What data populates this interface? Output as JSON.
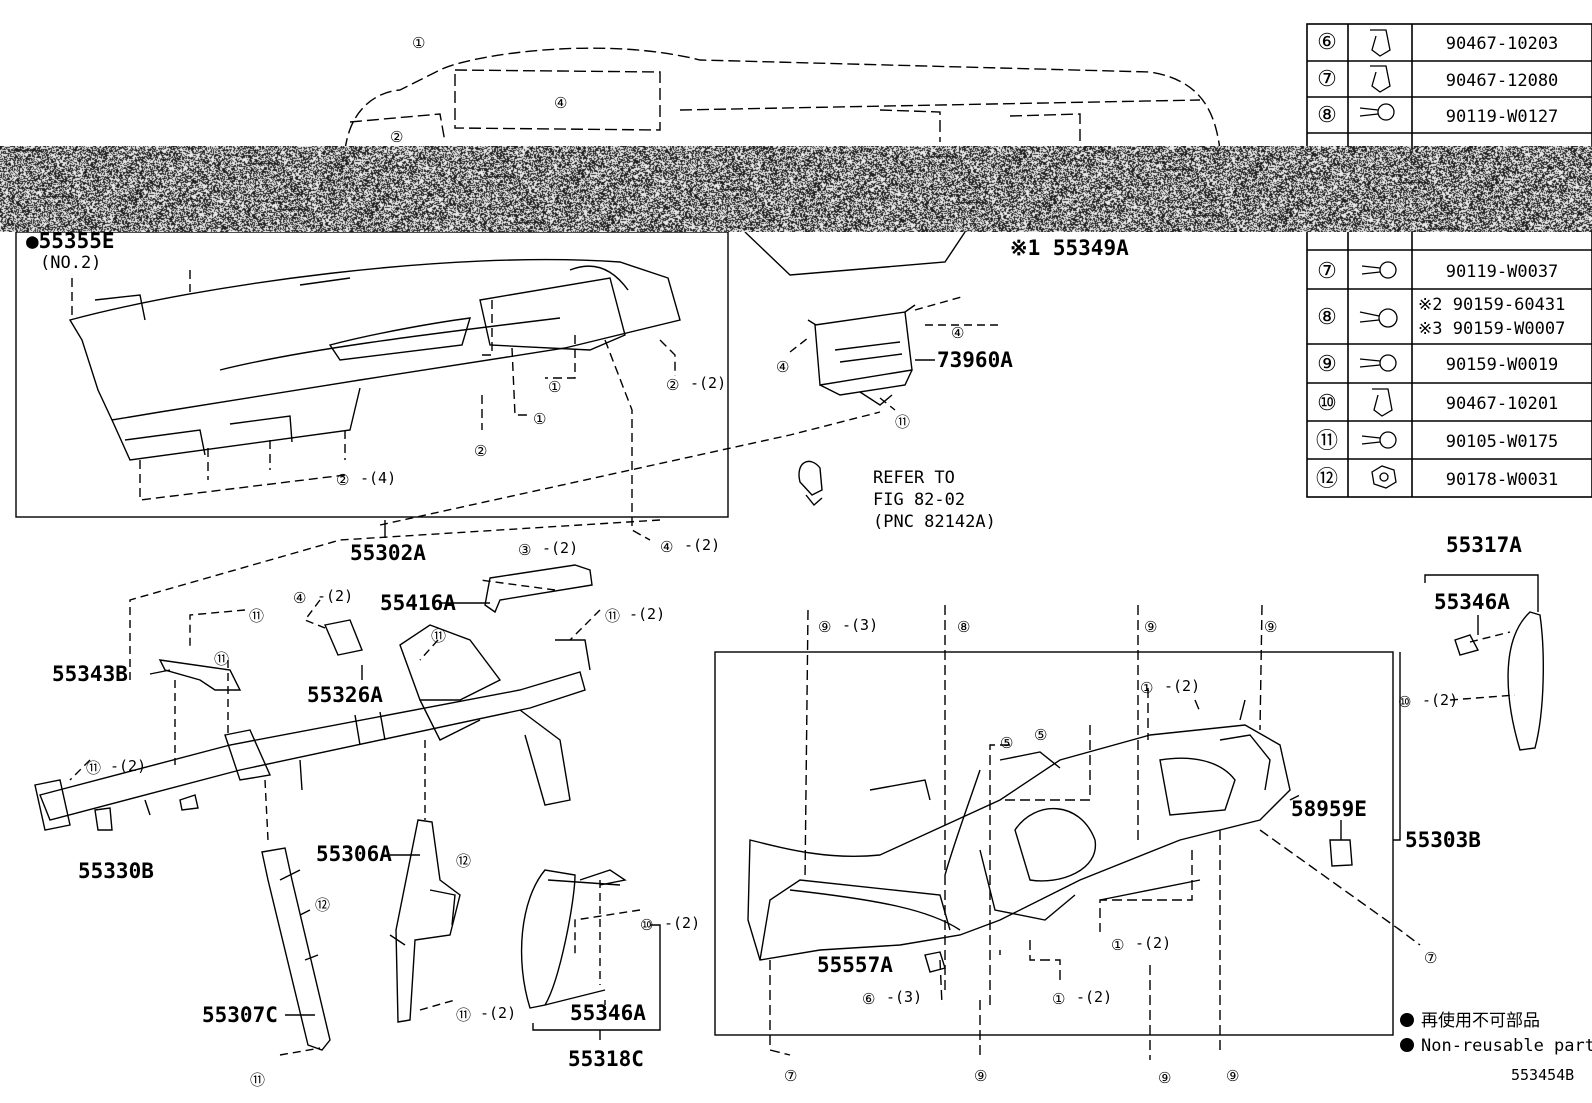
{
  "diagram": {
    "figure_code": "553454B",
    "part_labels": [
      {
        "id": "55355E",
        "text": "●55355E"
      },
      {
        "id": "no2",
        "text": "(NO.2)"
      },
      {
        "id": "55349A",
        "text": "※1 55349A"
      },
      {
        "id": "73960A",
        "text": "73960A"
      },
      {
        "id": "55302A",
        "text": "55302A"
      },
      {
        "id": "55416A",
        "text": "55416A"
      },
      {
        "id": "55343B",
        "text": "55343B"
      },
      {
        "id": "55326A",
        "text": "55326A"
      },
      {
        "id": "55330B",
        "text": "55330B"
      },
      {
        "id": "55306A",
        "text": "55306A"
      },
      {
        "id": "55307C",
        "text": "55307C"
      },
      {
        "id": "55557A",
        "text": "55557A"
      },
      {
        "id": "55346A_lower",
        "text": "55346A"
      },
      {
        "id": "55318C",
        "text": "55318C"
      },
      {
        "id": "55317A",
        "text": "55317A"
      },
      {
        "id": "55346A_upper",
        "text": "55346A"
      },
      {
        "id": "58959E",
        "text": "58959E"
      },
      {
        "id": "55303B",
        "text": "55303B"
      }
    ],
    "refer_note": [
      "REFER TO",
      "FIG 82-02",
      "(PNC 82142A)"
    ],
    "callouts": [
      {
        "n": "①",
        "q": ""
      },
      {
        "n": "④",
        "q": ""
      },
      {
        "n": "②",
        "q": ""
      },
      {
        "n": "④",
        "q": ""
      },
      {
        "n": "①",
        "q": ""
      },
      {
        "n": "①",
        "q": ""
      },
      {
        "n": "②",
        "q": "-(2)"
      },
      {
        "n": "②",
        "q": ""
      },
      {
        "n": "②",
        "q": "-(4)"
      },
      {
        "n": "④",
        "q": ""
      },
      {
        "n": "⑪",
        "q": ""
      },
      {
        "n": "④",
        "q": "-(2)"
      },
      {
        "n": "③",
        "q": "-(2)"
      },
      {
        "n": "④",
        "q": "-(2)"
      },
      {
        "n": "⑪",
        "q": ""
      },
      {
        "n": "⑪",
        "q": ""
      },
      {
        "n": "⑪",
        "q": ""
      },
      {
        "n": "⑪",
        "q": "-(2)"
      },
      {
        "n": "⑪",
        "q": "-(2)"
      },
      {
        "n": "⑫",
        "q": ""
      },
      {
        "n": "⑫",
        "q": ""
      },
      {
        "n": "⑪",
        "q": "-(2)"
      },
      {
        "n": "⑪",
        "q": ""
      },
      {
        "n": "⑩",
        "q": "-(2)"
      },
      {
        "n": "⑨",
        "q": "-(3)"
      },
      {
        "n": "⑧",
        "q": ""
      },
      {
        "n": "⑨",
        "q": ""
      },
      {
        "n": "⑨",
        "q": ""
      },
      {
        "n": "①",
        "q": "-(2)"
      },
      {
        "n": "⑤",
        "q": ""
      },
      {
        "n": "⑤",
        "q": ""
      },
      {
        "n": "①",
        "q": "-(2)"
      },
      {
        "n": "①",
        "q": "-(2)"
      },
      {
        "n": "⑥",
        "q": "-(3)"
      },
      {
        "n": "⑦",
        "q": ""
      },
      {
        "n": "⑨",
        "q": ""
      },
      {
        "n": "⑨",
        "q": ""
      },
      {
        "n": "⑨",
        "q": ""
      },
      {
        "n": "⑦",
        "q": ""
      },
      {
        "n": "⑩",
        "q": "-(2)"
      }
    ]
  },
  "table_top": [
    {
      "n": "⑥",
      "part": "90467-10203",
      "icon": "clip-icon"
    },
    {
      "n": "⑦",
      "part": "90467-12080",
      "icon": "clip-icon"
    },
    {
      "n": "⑧",
      "part": "90119-W0127",
      "icon": "bolt-icon"
    }
  ],
  "table_bottom": [
    {
      "n": "⑦",
      "part": "90119-W0037",
      "icon": "bolt-icon"
    },
    {
      "n": "⑧",
      "part": "※2 90159-60431",
      "part2": "※3 90159-W0007",
      "icon": "screw-icon"
    },
    {
      "n": "⑨",
      "part": "90159-W0019",
      "icon": "screw-icon"
    },
    {
      "n": "⑩",
      "part": "90467-10201",
      "icon": "clip-icon"
    },
    {
      "n": "⑪",
      "part": "90105-W0175",
      "icon": "bolt-icon"
    },
    {
      "n": "⑫",
      "part": "90178-W0031",
      "icon": "nut-icon"
    }
  ],
  "legend": {
    "jp": "再使用不可部品",
    "en": "Non-reusable part",
    "marker": "●"
  }
}
